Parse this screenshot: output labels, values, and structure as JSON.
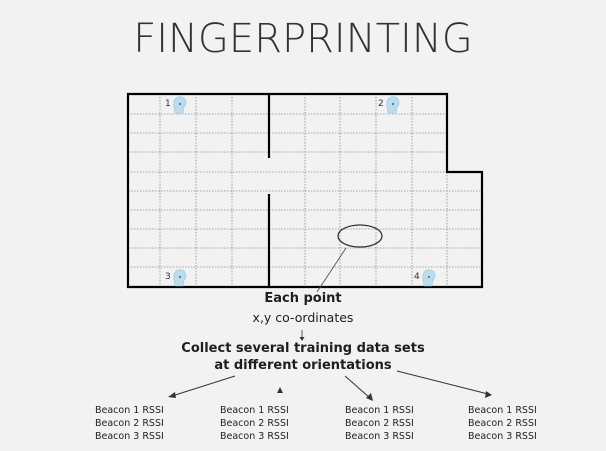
{
  "title": "FINGERPRINTING",
  "beacons": [
    {
      "label": "1"
    },
    {
      "label": "2"
    },
    {
      "label": "3"
    },
    {
      "label": "4"
    }
  ],
  "labels": {
    "point_title": "Each point",
    "point_coords": "x,y co-ordinates",
    "collect_line1": "Collect several training data sets",
    "collect_line2": "at different orientations"
  },
  "orientation_sets": [
    {
      "rows": [
        "Beacon 1 RSSI",
        "Beacon 2 RSSI",
        "Beacon 3 RSSI"
      ]
    },
    {
      "rows": [
        "Beacon 1 RSSI",
        "Beacon 2 RSSI",
        "Beacon 3 RSSI"
      ]
    },
    {
      "rows": [
        "Beacon 1 RSSI",
        "Beacon 2 RSSI",
        "Beacon 3 RSSI"
      ]
    },
    {
      "rows": [
        "Beacon 1 RSSI",
        "Beacon 2 RSSI",
        "Beacon 3 RSSI"
      ]
    }
  ],
  "colors": {
    "background": "#f2f2f2",
    "wall": "#000000",
    "grid": "#888888",
    "beacon": "#a8d4ec"
  }
}
